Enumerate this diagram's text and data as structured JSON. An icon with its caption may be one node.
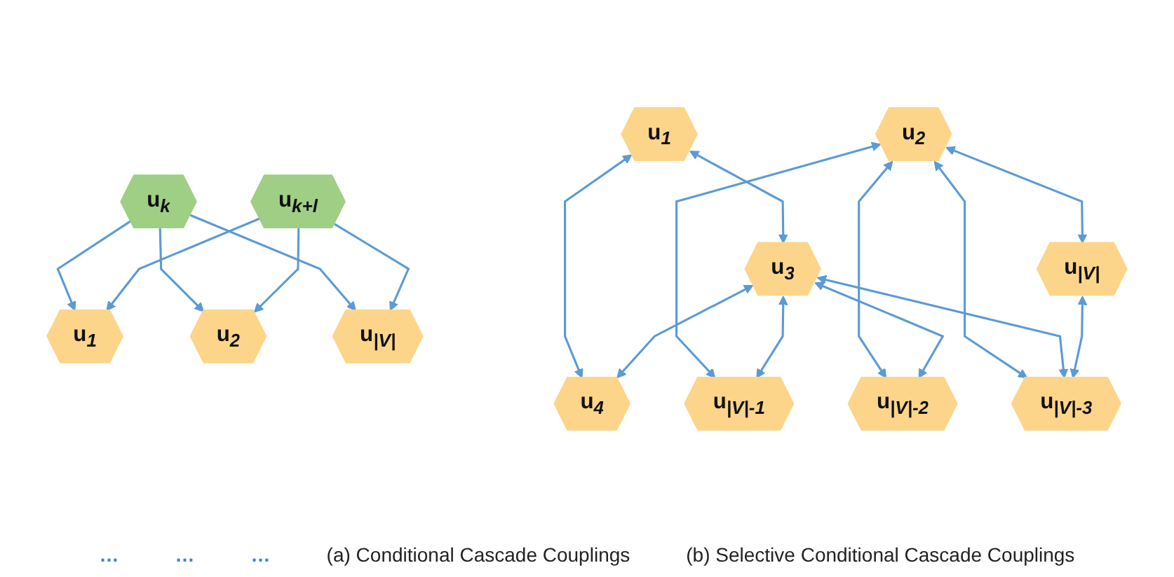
{
  "diagram": {
    "nodes": [
      {
        "text": [
          "u$_{2}$"
        ]
      },
      {
        "text": [
          "u$_{3}$"
        ]
      },
      {
        "text": [
          "u$_{1}$"
        ]
      },
      {
        "text": [
          "u$_{4}$"
        ]
      },
      {
        "text": [
          "u$_{|V|}$"
        ]
      },
      {
        "text": [
          "u$_{|V|-3}$"
        ]
      },
      {
        "text": [
          "u$_{|V|-1}$"
        ]
      },
      {
        "text": [
          "u$_{|V|-2}$"
        ]
      },
      {
        "text": [
          "u$_{k}$"
        ]
      },
      {
        "text": [
          "u$_{k+l}$"
        ]
      },
      {
        "text": [
          "u$_{1}$"
        ]
      },
      {
        "text": [
          "u$_{2}$"
        ]
      },
      {
        "text": [
          "u$_{|V|}$"
        ]
      }
    ],
    "edges": [
      {
        "from": 2,
        "to": 1,
        "arrow": "both"
      },
      {
        "from": 2,
        "to": 3,
        "arrow": "both"
      },
      {
        "from": 0,
        "to": 4,
        "arrow": "both"
      },
      {
        "from": 0,
        "to": 6,
        "arrow": "both"
      },
      {
        "from": 0,
        "to": 7,
        "arrow": "both"
      },
      {
        "from": 0,
        "to": 5,
        "arrow": "both"
      },
      {
        "from": 1,
        "to": 3,
        "arrow": "both"
      },
      {
        "from": 1,
        "to": 6,
        "arrow": "both"
      },
      {
        "from": 1,
        "to": 7,
        "arrow": "both"
      },
      {
        "from": 1,
        "to": 5,
        "arrow": "both"
      },
      {
        "from": 4,
        "to": 5,
        "arrow": "both"
      },
      {
        "from": 8,
        "to": 10,
        "arrow": "to"
      },
      {
        "from": 8,
        "to": 11,
        "arrow": "to"
      },
      {
        "from": 8,
        "to": 12,
        "arrow": "to"
      },
      {
        "from": 9,
        "to": 10,
        "arrow": "to"
      },
      {
        "from": 9,
        "to": 11,
        "arrow": "to"
      },
      {
        "from": 9,
        "to": 12,
        "arrow": "to"
      }
    ],
    "labels": [
      "…",
      "…",
      "…",
      "(a) Conditional Cascade Couplings",
      "(b) Selective Conditional Cascade Couplings"
    ]
  }
}
